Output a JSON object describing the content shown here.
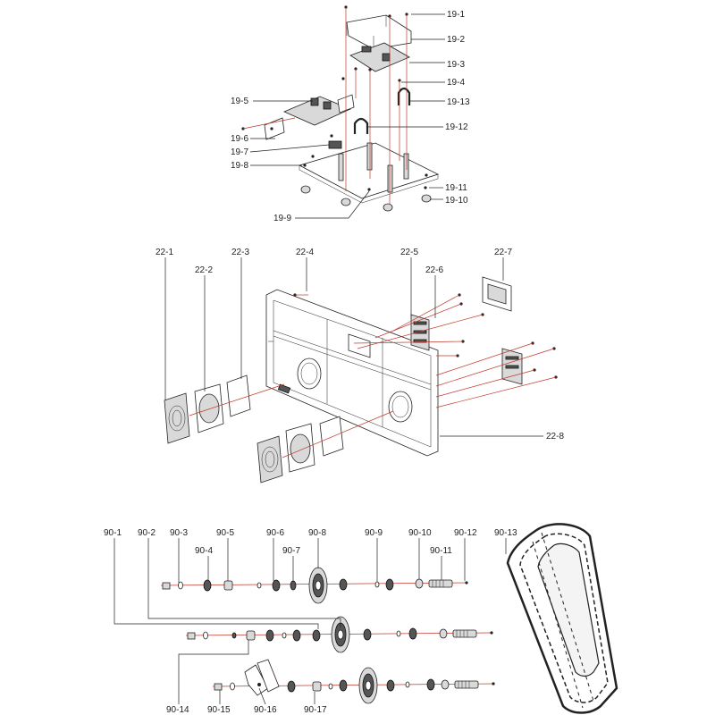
{
  "diagram": {
    "assembly_19": {
      "labels": [
        "19-1",
        "19-2",
        "19-3",
        "19-4",
        "19-13",
        "19-5",
        "19-12",
        "19-6",
        "19-7",
        "19-8",
        "19-11",
        "19-10",
        "19-9"
      ]
    },
    "assembly_22": {
      "labels": [
        "22-1",
        "22-2",
        "22-3",
        "22-4",
        "22-5",
        "22-6",
        "22-7",
        "22-8"
      ]
    },
    "assembly_90": {
      "labels": [
        "90-1",
        "90-2",
        "90-3",
        "90-4",
        "90-5",
        "90-6",
        "90-7",
        "90-8",
        "90-9",
        "90-10",
        "90-11",
        "90-12",
        "90-13",
        "90-14",
        "90-15",
        "90-16",
        "90-17"
      ]
    },
    "colors": {
      "line": "#222222",
      "assembly_line": "#c0392b",
      "fill": "#d9d9d9"
    }
  }
}
